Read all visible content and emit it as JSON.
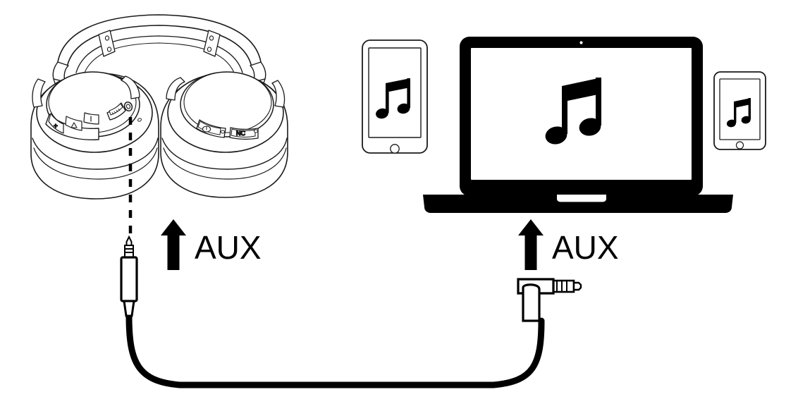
{
  "diagram": {
    "title": "AUX cable connection diagram",
    "background_color": "#ffffff",
    "line_color": "#1a1a1a",
    "fill_color": "#ffffff",
    "solid_color": "#000000"
  },
  "headphones": {
    "label": "over-ear wireless headphones",
    "left_earcup": {
      "label": "left earcup",
      "buttons": [
        {
          "id": "volume-up",
          "glyph": "+"
        },
        {
          "id": "play-pause",
          "glyph": "△"
        },
        {
          "id": "volume-down",
          "glyph": "|"
        }
      ],
      "ports": [
        {
          "id": "usb-c-port",
          "label": "USB-C charging port"
        },
        {
          "id": "aux-port",
          "label": "AUX 3.5 mm jack"
        }
      ]
    },
    "right_earcup": {
      "label": "right earcup",
      "buttons": [
        {
          "id": "power-call",
          "glyph": "⌽"
        },
        {
          "id": "noise-cancelling",
          "glyph": "NC"
        }
      ]
    },
    "headband": {
      "label": "adjustable headband",
      "slider_count": 2
    }
  },
  "devices": {
    "tablet_left": {
      "label": "tablet",
      "screen_icon": "music-note-icon",
      "home_button": "home-button"
    },
    "laptop": {
      "label": "laptop",
      "screen_icon": "music-note-icon",
      "camera": "webcam-dot"
    },
    "tablet_right": {
      "label": "phone",
      "screen_icon": "music-note-icon",
      "home_button": "home-button"
    }
  },
  "cable": {
    "label": "3.5 mm AUX audio cable",
    "left_connector": "straight-3.5mm-plug",
    "right_connector": "right-angle-3.5mm-plug"
  },
  "annotations": {
    "aux_left": {
      "text": "AUX",
      "arrow": "arrow-up"
    },
    "aux_right": {
      "text": "AUX",
      "arrow": "arrow-up"
    },
    "guide_line": {
      "style": "dashed",
      "label": "connection guide line"
    }
  }
}
